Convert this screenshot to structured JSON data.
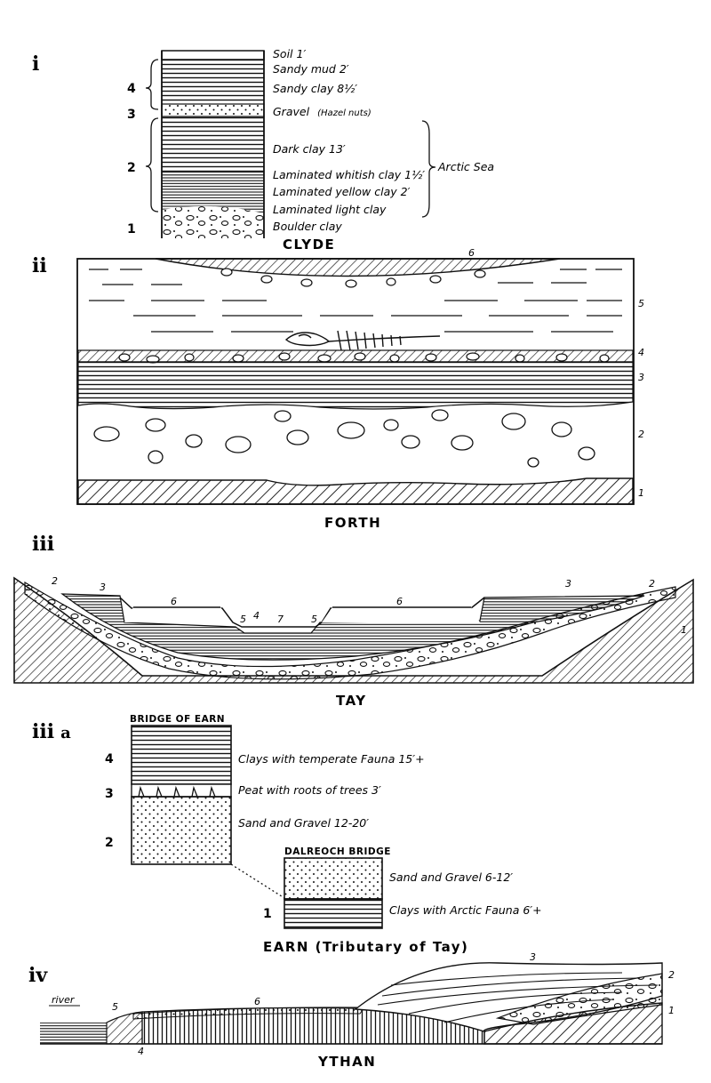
{
  "panel_i": {
    "roman": "i",
    "caption": "CLYDE",
    "layers": [
      {
        "text": "Soil 1′"
      },
      {
        "text": "Sandy mud  2′"
      },
      {
        "text": "Sandy clay 8½′"
      },
      {
        "text": "Gravel",
        "note": "(Hazel nuts)"
      },
      {
        "text": "Dark clay 13′"
      },
      {
        "text": "Laminated whitish clay 1½′"
      },
      {
        "text": "Laminated yellow clay  2′"
      },
      {
        "text": "Laminated light clay"
      },
      {
        "text": "Boulder clay"
      }
    ],
    "group_numbers": [
      "4",
      "3",
      "2",
      "1"
    ],
    "bracket_note": "Arctic Sea"
  },
  "panel_ii": {
    "roman": "ii",
    "caption": "FORTH",
    "numbers": [
      "6",
      "5",
      "4",
      "3",
      "2",
      "1"
    ]
  },
  "panel_iii": {
    "roman": "iii",
    "caption": "TAY",
    "numbers": {
      "n2a": "2",
      "n3a": "3",
      "n6a": "6",
      "n5a": "5",
      "n4": "4",
      "n7": "7",
      "n5b": "5",
      "n6b": "6",
      "n3b": "3",
      "n2b": "2",
      "n1": "1"
    }
  },
  "panel_iiia": {
    "roman": "iii",
    "roman_suffix": "a",
    "caption": "EARN  (Tributary of Tay)",
    "bridge_of_earn": {
      "title": "BRIDGE OF EARN",
      "layers": [
        {
          "num": "4",
          "text": "Clays with temperate Fauna 15′+"
        },
        {
          "num": "3",
          "text": "Peat with roots of trees 3′"
        },
        {
          "num": "2",
          "text": "Sand and Gravel 12-20′"
        }
      ]
    },
    "dalreoch_bridge": {
      "title": "DALREOCH BRIDGE",
      "layers": [
        {
          "text": "Sand and Gravel 6-12′"
        },
        {
          "text": "Clays with Arctic Fauna 6′+"
        }
      ],
      "num": "1"
    }
  },
  "panel_iv": {
    "roman": "iv",
    "caption": "YTHAN",
    "river_label": "river",
    "numbers": {
      "n5": "5",
      "n6": "6",
      "n4": "4",
      "n3": "3",
      "n2": "2",
      "n1": "1"
    }
  }
}
